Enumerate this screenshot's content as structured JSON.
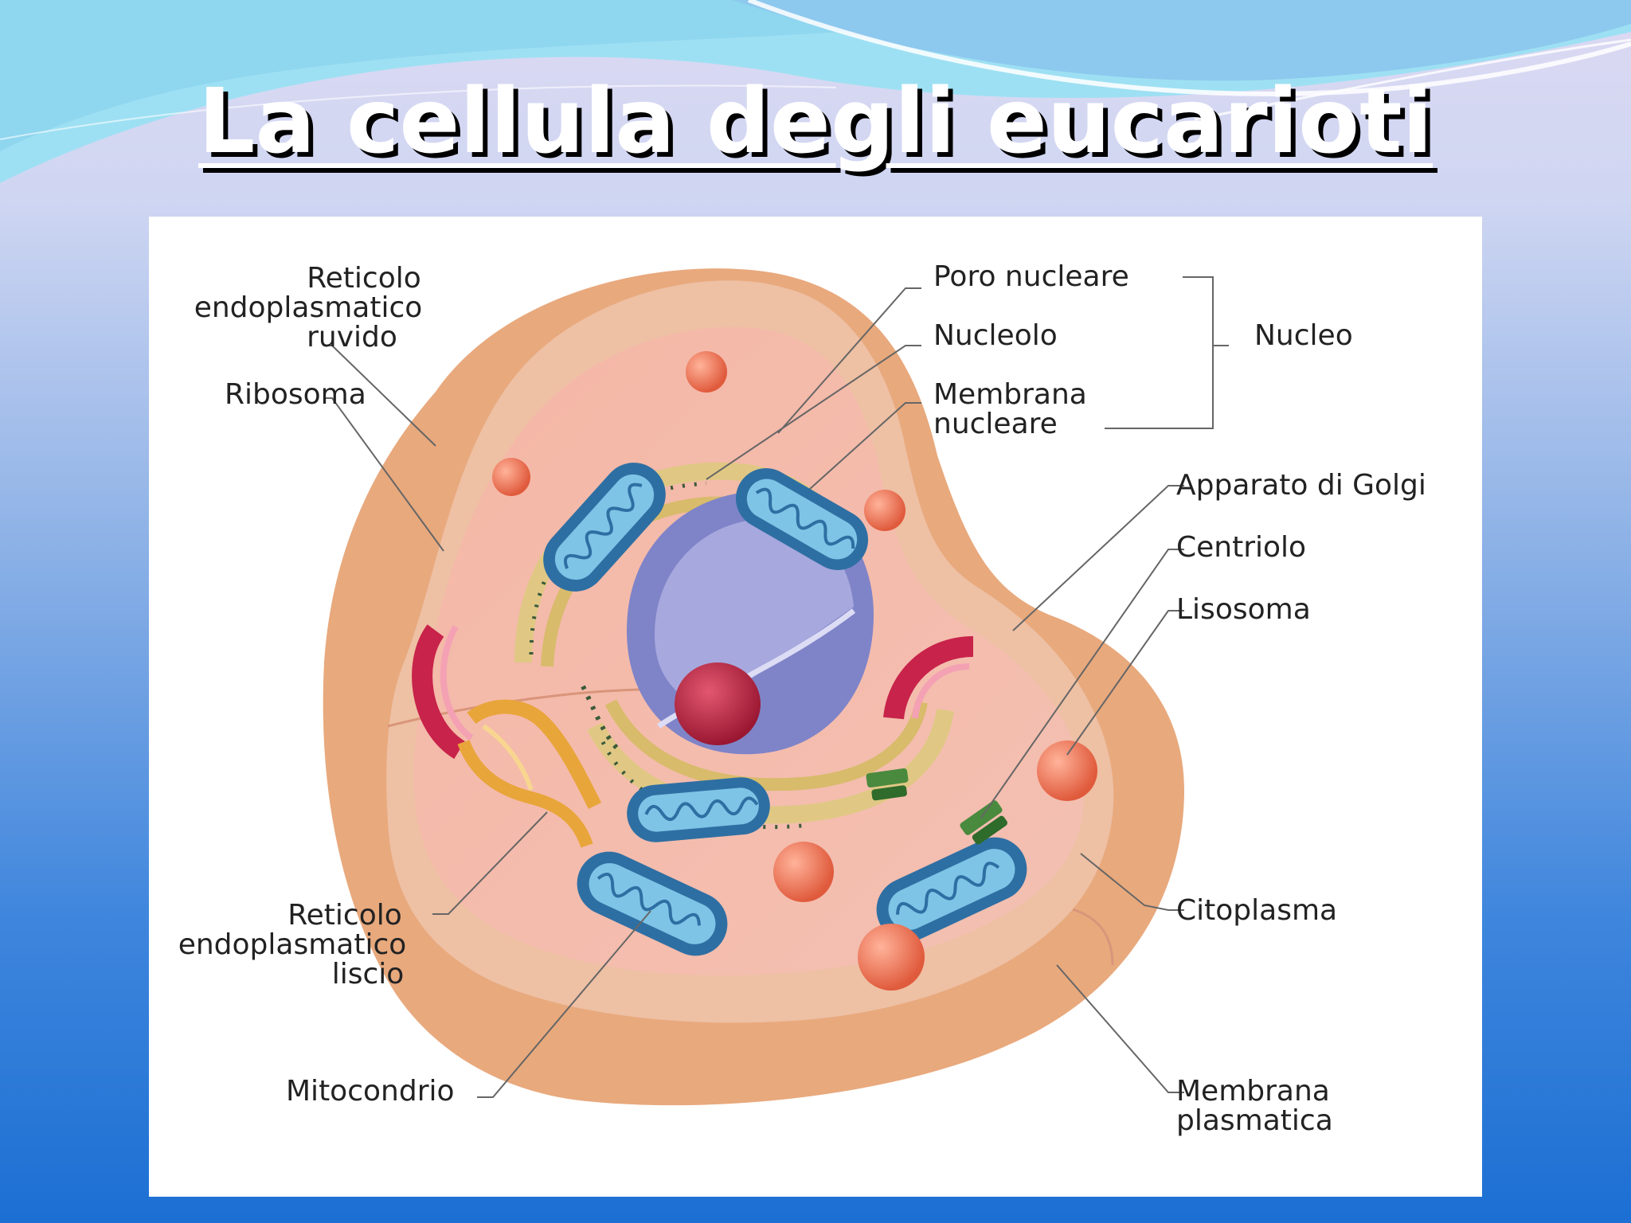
{
  "slide": {
    "title": "La cellula degli eucarioti",
    "colors": {
      "title": "#ffffff",
      "title_shadow": "#000000",
      "panel": "#ffffff"
    }
  },
  "diagram": {
    "labels": {
      "rer_l1": "Reticolo",
      "rer_l2": "endoplasmatico",
      "rer_l3": "ruvido",
      "ribosoma": "Ribosoma",
      "poro": "Poro nucleare",
      "nucleolo": "Nucleolo",
      "membr_nucl_l1": "Membrana",
      "membr_nucl_l2": "nucleare",
      "nucleo": "Nucleo",
      "golgi": "Apparato di Golgi",
      "centriolo": "Centriolo",
      "lisosoma": "Lisosoma",
      "ser_l1": "Reticolo",
      "ser_l2": "endoplasmatico",
      "ser_l3": "liscio",
      "citoplasma": "Citoplasma",
      "mitocondrio": "Mitocondrio",
      "membr_pl_l1": "Membrana",
      "membr_pl_l2": "plasmatica"
    }
  }
}
